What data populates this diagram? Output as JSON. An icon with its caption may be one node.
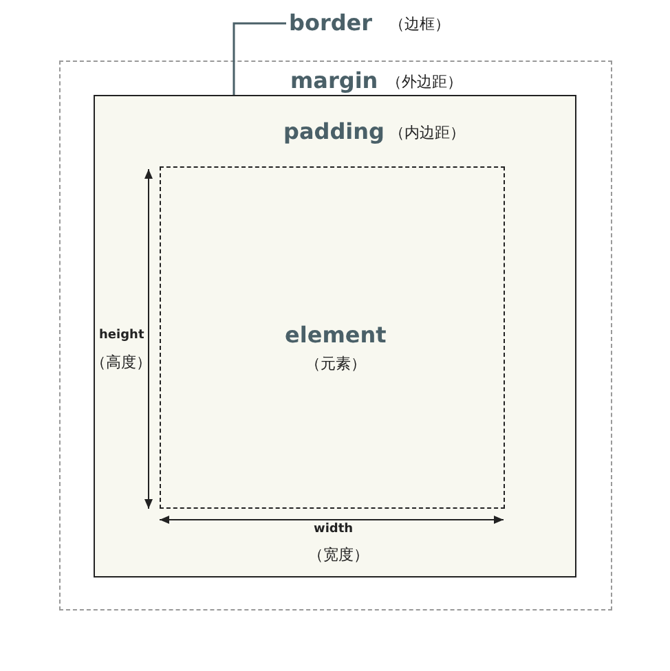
{
  "diagram": {
    "nodes": [
      {
        "text": [
          "margin",
          "（外边距）"
        ]
      },
      {
        "text": [
          "padding",
          "（内边距）"
        ],
        "in": 0
      },
      {
        "text": [
          "element",
          "（元素）"
        ],
        "in": 1
      },
      {
        "text": [
          "border",
          "（边框）"
        ]
      }
    ],
    "edges": [
      {
        "from": 3,
        "to": 1,
        "arrow": "none"
      }
    ],
    "labels": [
      "height",
      "（高度）",
      "width",
      "（宽度）"
    ]
  }
}
